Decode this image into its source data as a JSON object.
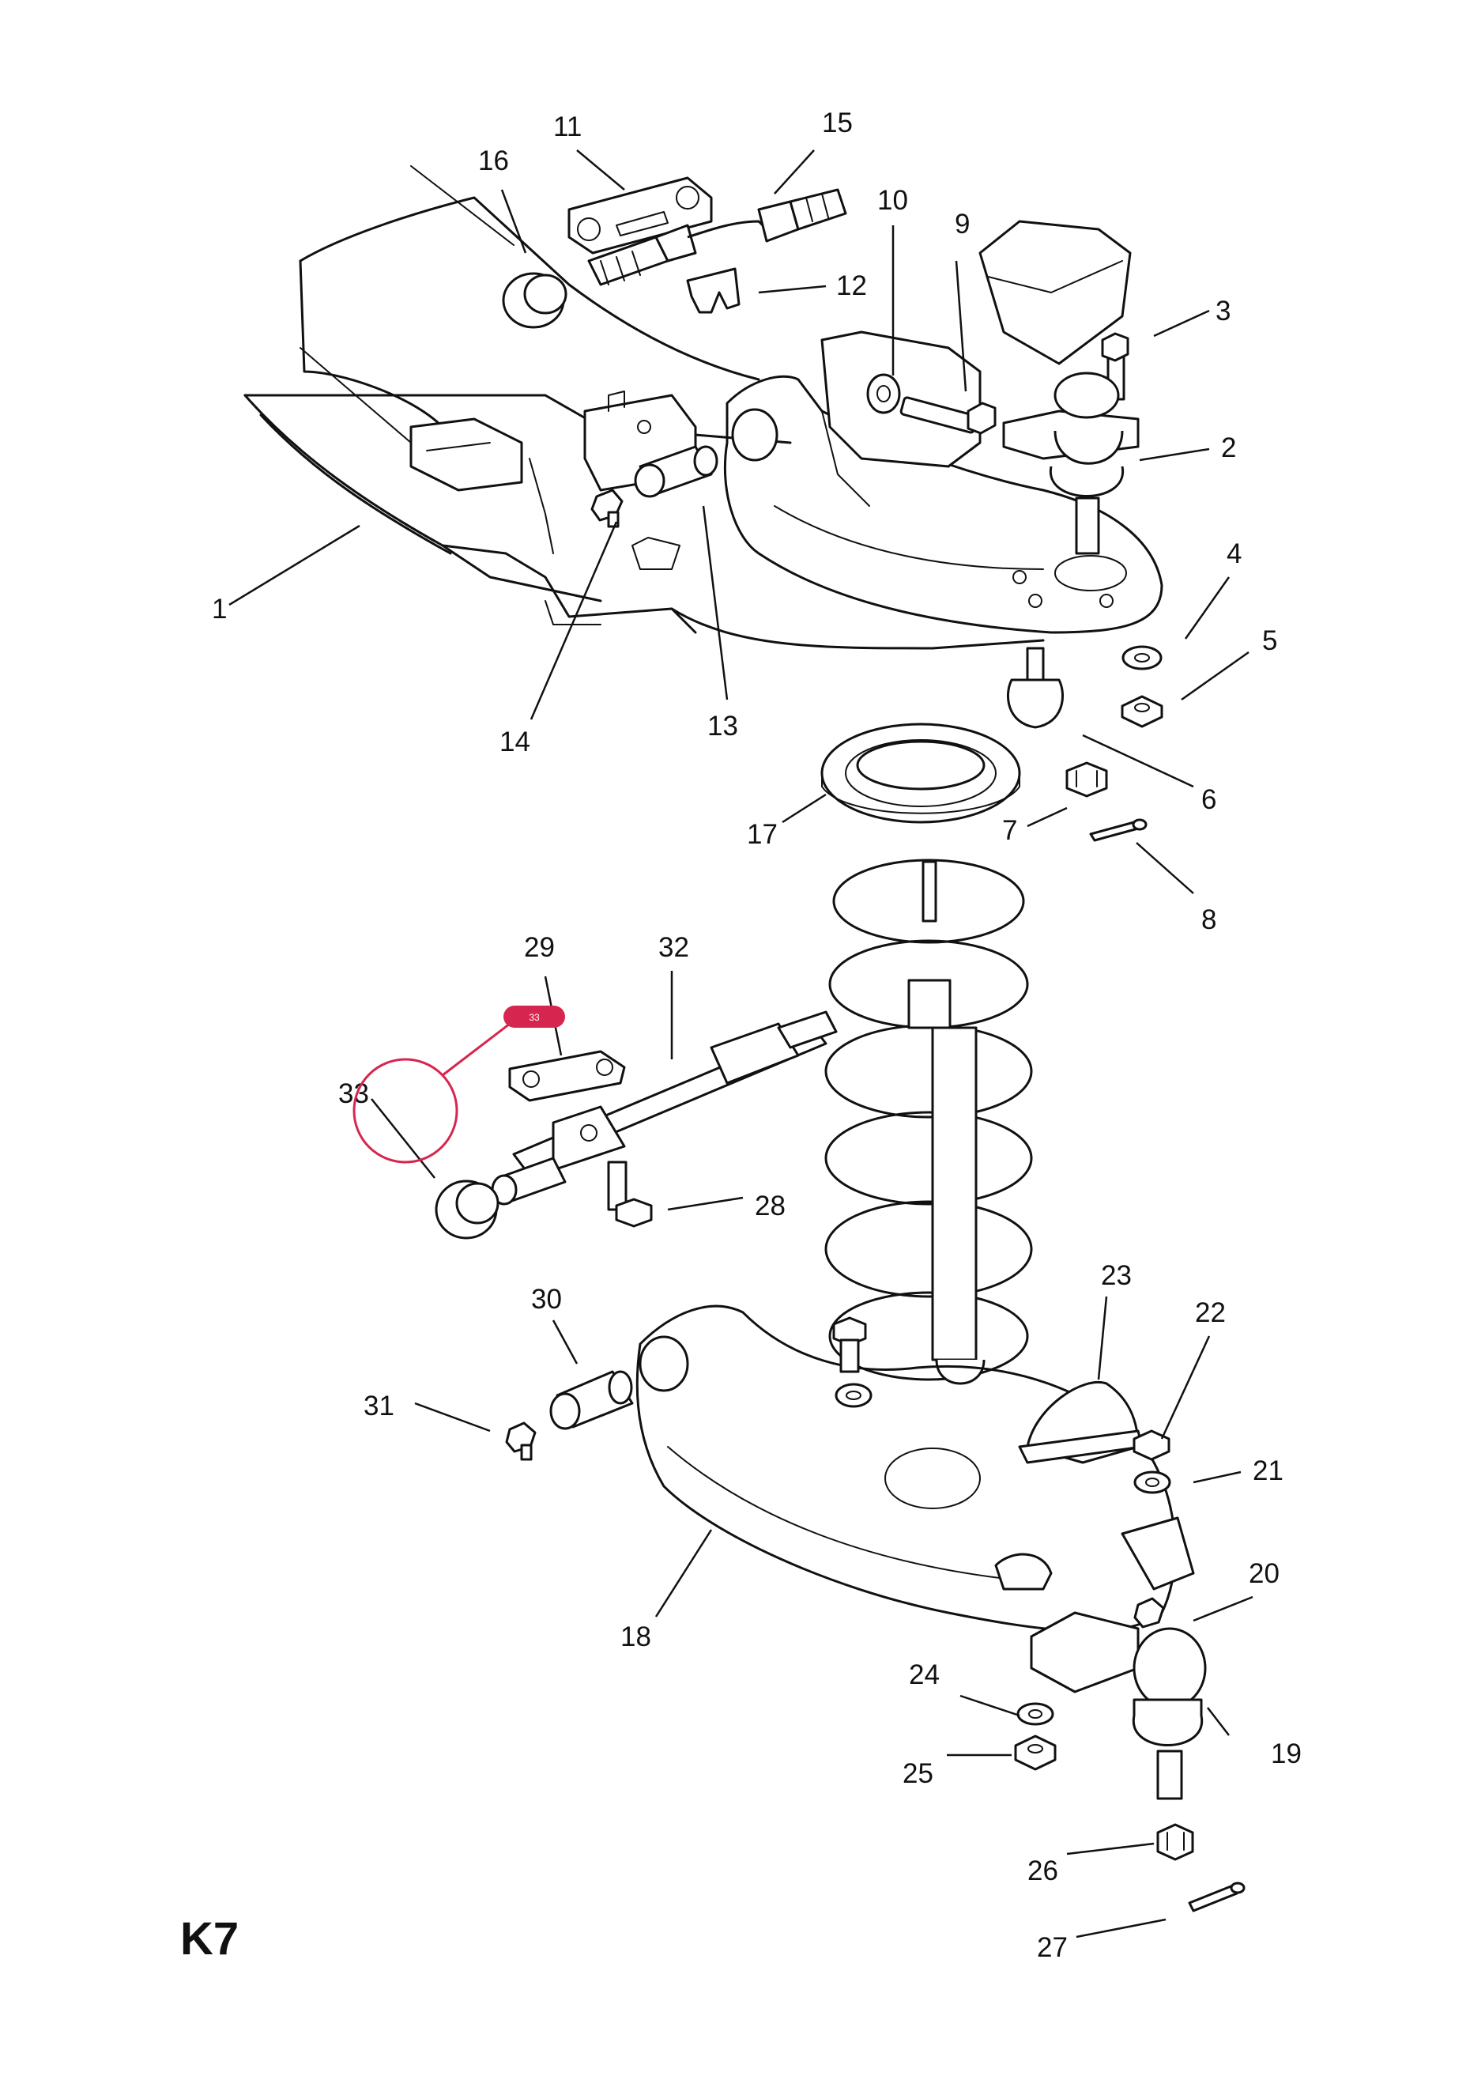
{
  "page_code": "K7",
  "highlight": {
    "badge_label": "33",
    "color": "#d6264f"
  },
  "callouts": [
    "1",
    "2",
    "3",
    "4",
    "5",
    "6",
    "7",
    "8",
    "9",
    "10",
    "11",
    "12",
    "13",
    "14",
    "15",
    "16",
    "17",
    "18",
    "19",
    "20",
    "21",
    "22",
    "23",
    "24",
    "25",
    "26",
    "27",
    "28",
    "29",
    "30",
    "31",
    "32",
    "33"
  ]
}
